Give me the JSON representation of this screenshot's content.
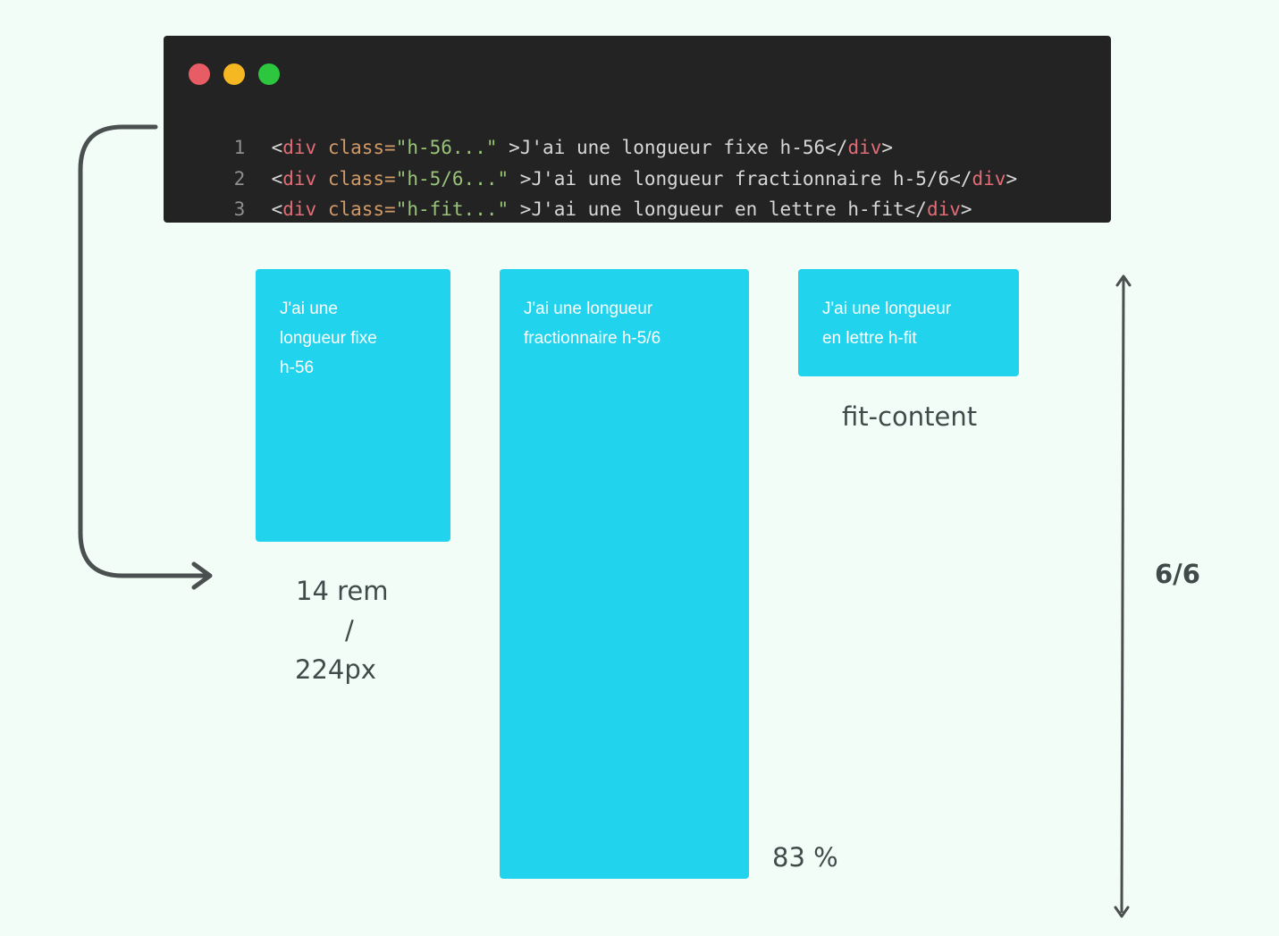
{
  "editor": {
    "dots": {
      "red": "#e85d65",
      "yellow": "#f5b823",
      "green": "#2cc73e"
    },
    "lines": [
      {
        "num": "1",
        "open": "<",
        "tag": "div",
        "attr": " class=",
        "value": "\"h-56...\"",
        "text": " >J'ai une longueur fixe h-56",
        "close_open": "</",
        "close_tag": "div",
        "close_end": ">"
      },
      {
        "num": "2",
        "open": "<",
        "tag": "div",
        "attr": " class=",
        "value": "\"h-5/6...\"",
        "text": " >J'ai une longueur fractionnaire h-5/6",
        "close_open": "</",
        "close_tag": "div",
        "close_end": ">"
      },
      {
        "num": "3",
        "open": "<",
        "tag": "div",
        "attr": " class=",
        "value": "\"h-fit...\"",
        "text": " >J'ai une longueur en lettre h-fit",
        "close_open": "</",
        "close_tag": "div",
        "close_end": ">"
      }
    ]
  },
  "boxes": {
    "fixed": {
      "lines": [
        "J'ai une",
        "longueur fixe",
        "h-56"
      ]
    },
    "fraction": {
      "lines": [
        "J'ai une longueur",
        "fractionnaire h-5/6"
      ]
    },
    "fit": {
      "lines": [
        "J'ai une longueur",
        "en lettre h-fit"
      ]
    }
  },
  "annotations": {
    "fit": "fit-content",
    "fixed_rem": "14 rem",
    "fixed_sep": "/",
    "fixed_px": "224px",
    "fraction_pct": "83 %",
    "full": "6/6"
  },
  "colors": {
    "box": "#22d3ee",
    "background": "#f3fdf7",
    "arrow": "#4a4f4f"
  }
}
